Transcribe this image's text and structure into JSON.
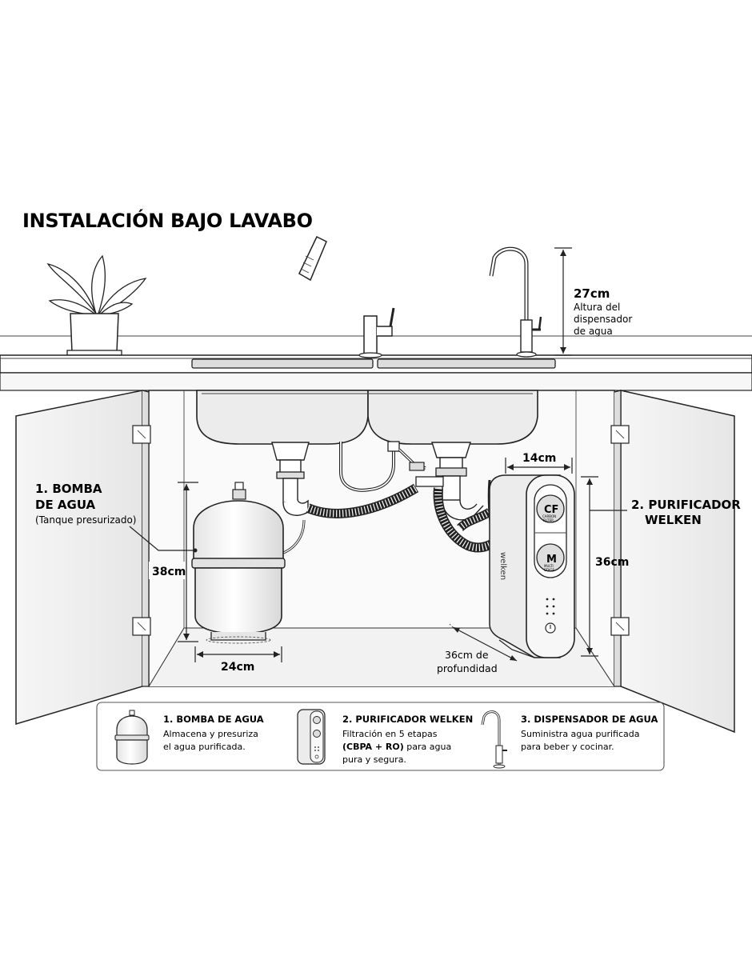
{
  "title": "INSTALACIÓN BAJO LAVABO",
  "dispenser_dim": {
    "value": "27cm",
    "desc_1": "Altura del",
    "desc_2": "dispensador",
    "desc_3": "de agua"
  },
  "pump": {
    "label_1": "1. BOMBA",
    "label_2": "DE AGUA",
    "sub": "(Tanque presurizado)",
    "height": "38cm",
    "width": "24cm"
  },
  "purifier": {
    "label_1": "2. PURIFICADOR",
    "label_2": "WELKEN",
    "width": "14cm",
    "height": "36cm",
    "depth_1": "36cm de",
    "depth_2": "profundidad",
    "brand": "welken",
    "filter_top_big": "CF",
    "filter_top_sub_1": "CARBON",
    "filter_top_sub_2": "FILTER",
    "filter_bottom_big": "M",
    "filter_bottom_sub_1": "MULTI",
    "filter_bottom_sub_2": "STAGE"
  },
  "legend": [
    {
      "title": "1. BOMBA DE AGUA",
      "lines": [
        "Almacena y presuriza",
        "el agua purificada."
      ]
    },
    {
      "title": "2. PURIFICADOR WELKEN",
      "lines": [
        "Filtración en 5 etapas",
        "(CBPA + RO) para agua",
        "pura y segura."
      ],
      "bold_part": "(CBPA + RO)"
    },
    {
      "title": "3. DISPENSADOR DE AGUA",
      "lines": [
        "Suministra agua purificada",
        "para beber y cocinar."
      ]
    }
  ],
  "colors": {
    "line": "#222222",
    "cabinet_fill": "#f3f3f3",
    "accent": "#3a8fb7"
  }
}
